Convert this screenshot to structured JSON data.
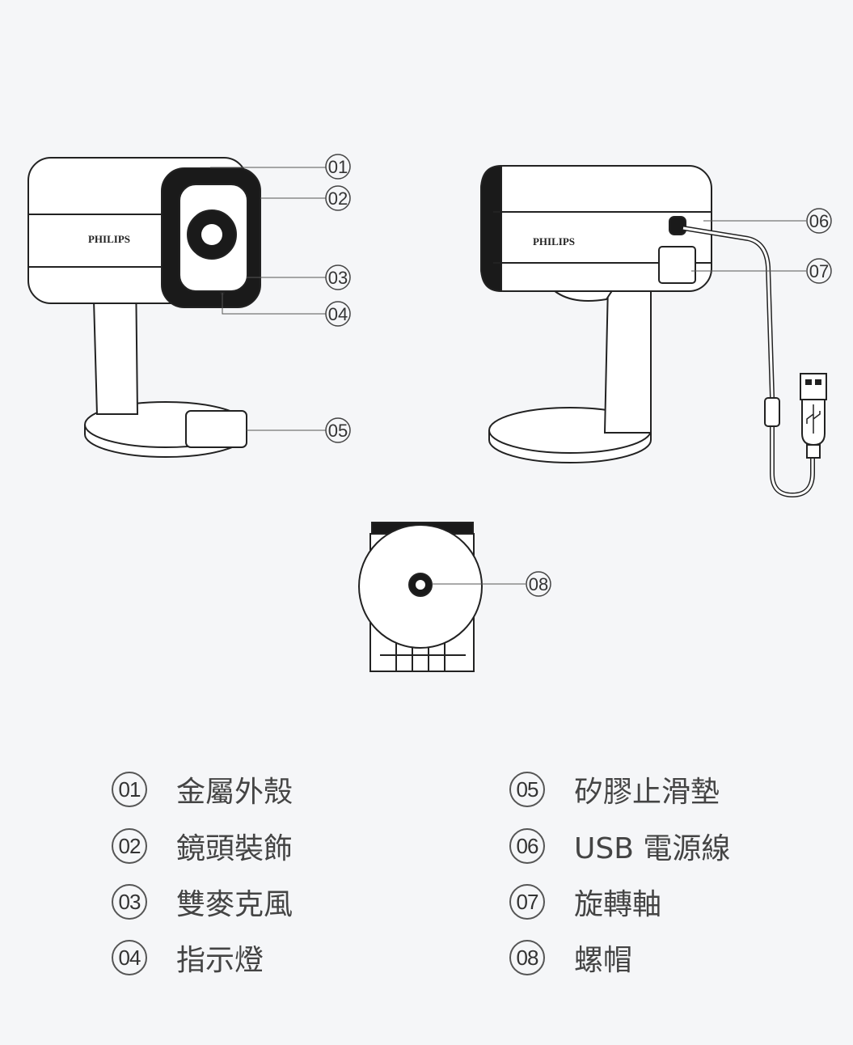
{
  "brand_logo": "PHILIPS",
  "callouts": [
    "01",
    "02",
    "03",
    "04",
    "05",
    "06",
    "07",
    "08"
  ],
  "legend": [
    {
      "num": "01",
      "label": "金屬外殼"
    },
    {
      "num": "02",
      "label": "鏡頭裝飾"
    },
    {
      "num": "03",
      "label": "雙麥克風"
    },
    {
      "num": "04",
      "label": "指示燈"
    },
    {
      "num": "05",
      "label": "矽膠止滑墊"
    },
    {
      "num": "06",
      "label": "USB 電源線"
    },
    {
      "num": "07",
      "label": "旋轉軸"
    },
    {
      "num": "08",
      "label": "螺帽"
    }
  ]
}
